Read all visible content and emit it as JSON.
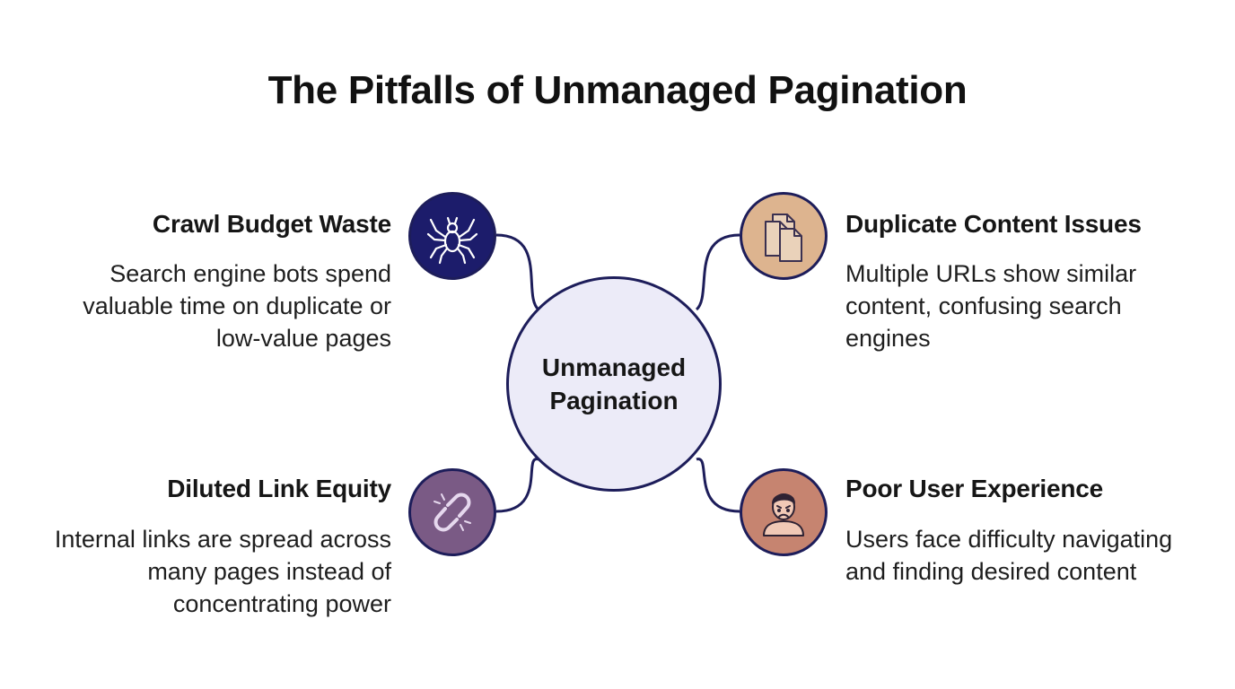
{
  "title": "The Pitfalls of Unmanaged Pagination",
  "hub": {
    "label": "Unmanaged Pagination"
  },
  "nodes": [
    {
      "heading": "Crawl Budget Waste",
      "description": "Search engine bots spend valuable time on duplicate or low-value pages",
      "icon": "spider-icon",
      "color": "#1c1c6b"
    },
    {
      "heading": "Duplicate Content Issues",
      "description": "Multiple URLs show similar content, confusing search engines",
      "icon": "documents-icon",
      "color": "#ddb48f"
    },
    {
      "heading": "Diluted Link Equity",
      "description": "Internal links are spread across many pages instead of concentrating power",
      "icon": "broken-link-icon",
      "color": "#7a5a85"
    },
    {
      "heading": "Poor User Experience",
      "description": "Users face difficulty navigating and finding desired content",
      "icon": "frustrated-user-icon",
      "color": "#c68470"
    }
  ],
  "colors": {
    "outline": "#1d1d5a",
    "hub_fill": "#ecebf8"
  }
}
